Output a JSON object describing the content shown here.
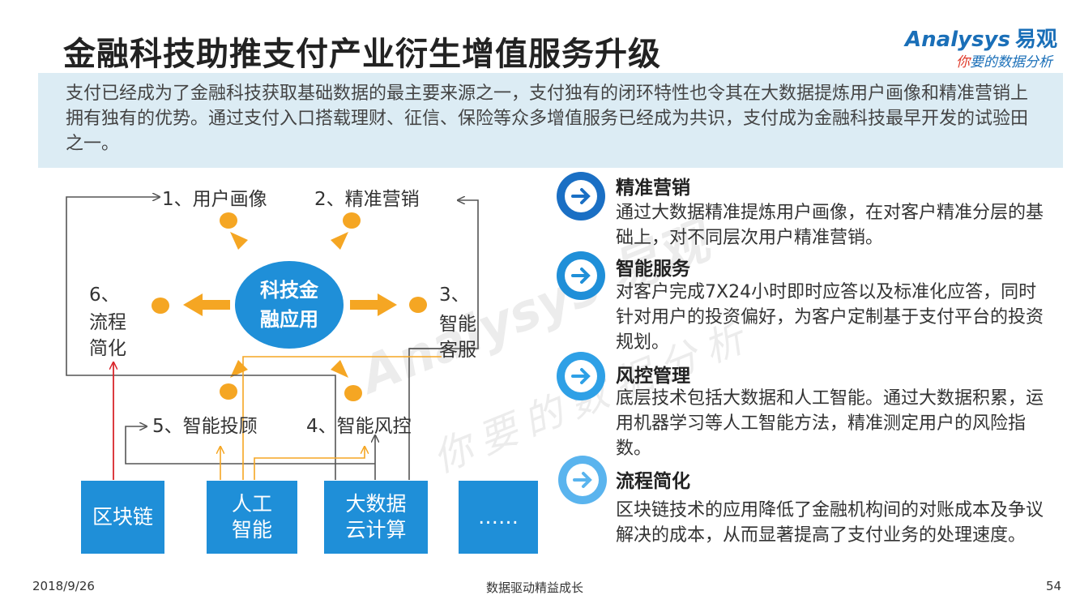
{
  "title": "金融科技助推支付产业衍生增值服务升级",
  "logo": {
    "brand": "Analysys",
    "brand_cn": "易观",
    "tagline_first": "你",
    "tagline_rest": "要的数据分析"
  },
  "summary": "支付已经成为了金融科技获取基础数据的最主要来源之一，支付独有的闭环特性也令其在大数据提炼用户画像和精准营销上拥有独有的优势。通过支付入口搭载理财、征信、保险等众多增值服务已经成为共识，支付成为金融科技最早开发的试验田之一。",
  "diagram": {
    "center_line1": "科技金",
    "center_line2": "融应用",
    "app1": "1、用户画像",
    "app2": "2、精准营销",
    "app3_num": "3、",
    "app3_l1": "智能",
    "app3_l2": "客服",
    "app4": "4、智能风控",
    "app5": "5、智能投顾",
    "app6_num": "6、",
    "app6_l1": "流程",
    "app6_l2": "简化",
    "tech1": "区块链",
    "tech2_l1": "人工",
    "tech2_l2": "智能",
    "tech3_l1": "大数据",
    "tech3_l2": "云计算",
    "tech4": "……",
    "colors": {
      "blue": "#1f8fd8",
      "orange": "#f5a623",
      "red": "#d9262b",
      "gray": "#555555"
    }
  },
  "features": [
    {
      "title": "精准营销",
      "desc": "通过大数据精准提炼用户画像，在对客户精准分层的基础上，对不同层次用户精准营销。",
      "icon": "arrow-right-circle-icon",
      "color": "#1a6fc4"
    },
    {
      "title": "智能服务",
      "desc": "对客户完成7X24小时即时应答以及标准化应答，同时针对用户的投资偏好，为客户定制基于支付平台的投资规划。",
      "icon": "arrow-right-circle-icon",
      "color": "#1f8fd8"
    },
    {
      "title": "风控管理",
      "desc": "底层技术包括大数据和人工智能。通过大数据积累，运用机器学习等人工智能方法，精准测定用户的风险指数。",
      "icon": "arrow-right-circle-icon",
      "color": "#2ea0e6"
    },
    {
      "title": "流程简化",
      "desc": "区块链技术的应用降低了金融机构间的对账成本及争议解决的成本，从而显著提高了支付业务的处理速度。",
      "icon": "arrow-right-circle-icon",
      "color": "#5ab4ee"
    }
  ],
  "footer": {
    "date": "2018/9/26",
    "slogan": "数据驱动精益成长",
    "page": "54"
  }
}
